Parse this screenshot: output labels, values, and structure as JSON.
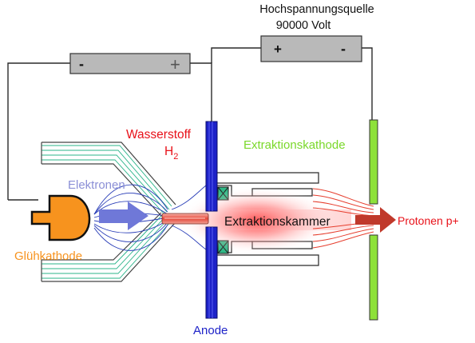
{
  "labels": {
    "hv_source_title": "Hochspannungsquelle",
    "hv_source_voltage": "90000 Volt",
    "hv_plus": "+",
    "hv_minus": "-",
    "heater_minus": "-",
    "heater_plus": "+",
    "hydrogen_name": "Wasserstoff",
    "hydrogen_symbol": "H",
    "hydrogen_subscript": "2",
    "electrons": "Elektronen",
    "cathode": "Glühkathode",
    "extraction_cathode": "Extraktionskathode",
    "extraction_chamber": "Extraktionskammer",
    "protons": "Protonen p+",
    "anode": "Anode"
  },
  "colors": {
    "wire": "#2a2a2a",
    "battery_fill": "#b9b9b9",
    "hydrogen_label": "#e8121a",
    "electrons_label": "#8b8fd6",
    "electron_arrow": "#6f78d8",
    "field_lines": "#2b3fb8",
    "cathode_fill": "#f7931e",
    "cathode_label": "#f7931e",
    "anode": "#1d22c8",
    "anode_label": "#1d22c8",
    "extraction_cathode": "#8ee13a",
    "extraction_label": "#7ad82a",
    "guide_lines": "#2bb48a",
    "proton_beam": "#e63e2e",
    "proton_arrow": "#c0392b",
    "protons_label": "#e8121a",
    "insulator": "#2fb886"
  }
}
